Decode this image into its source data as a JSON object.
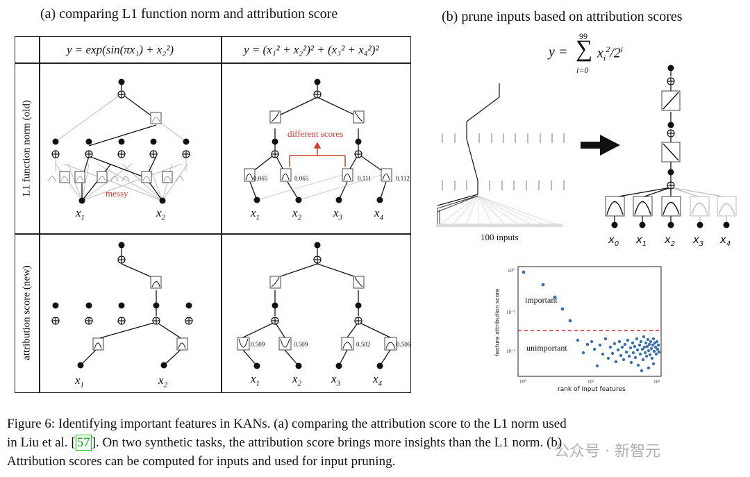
{
  "panel_a": {
    "title": "(a) comparing L1 function norm and attribution score",
    "col1_formula": "y = exp(sin(πx₁) + x₂²)",
    "col2_formula": "y = (x₁² + x₂²)² + (x₃² + x₄²)²",
    "row1_label": "L1 function norm (old)",
    "row2_label": "attribution score (new)",
    "messy_label": "messy",
    "different_scores_label": "different scores",
    "old_scores": [
      "0.065",
      "0.065",
      "0.111",
      "0.112"
    ],
    "new_scores": [
      "0.509",
      "0.509",
      "0.502",
      "0.506"
    ],
    "vars2": [
      "x1",
      "x2"
    ],
    "vars4": [
      "x1",
      "x2",
      "x3",
      "x4"
    ]
  },
  "panel_b": {
    "title": "(b) prune inputs based on attribution scores",
    "formula": "y = Σ_{i=0}^{99} x_i²/2^i",
    "formula_top": "99",
    "formula_bottom": "i=0",
    "inputs_label": "100 inputs",
    "vars": [
      "x0",
      "x1",
      "x2",
      "x3",
      "x4"
    ],
    "plot_label_important": "important",
    "plot_label_unimportant": "unimportant",
    "plot_xlabel": "rank of input features",
    "plot_ylabel": "feature attribution score"
  },
  "caption": {
    "line1": "Figure 6: Identifying important features in KANs. (a) comparing the attribution score to the L1 norm used",
    "line2_pre": "in Liu et al. [",
    "line2_ref": "57",
    "line2_post": "]. On two synthetic tasks, the attribution score brings more insights than the L1 norm. (b)",
    "line3": "Attribution scores can be computed for inputs and used for input pruning."
  },
  "watermark": "公众号 · 新智元",
  "colors": {
    "accent_red": "#d03a2a",
    "scatter_blue": "#3a6fb0",
    "threshold_red": "#d22"
  }
}
